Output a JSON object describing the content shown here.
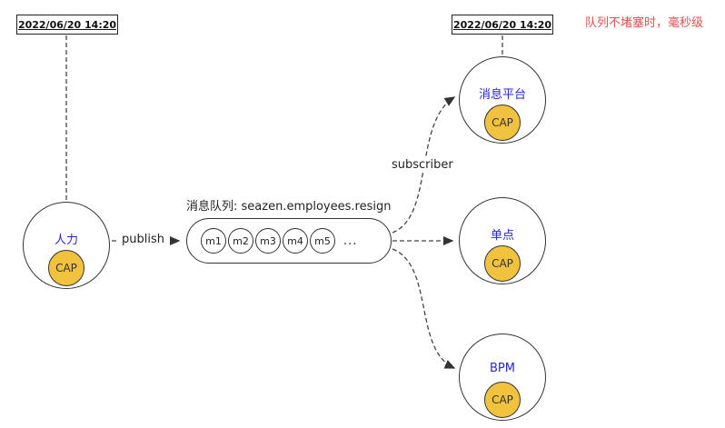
{
  "note": "队列不堵塞时，毫秒级",
  "timestamps": {
    "left": "2022/06/20 14:20",
    "right": "2022/06/20 14:20"
  },
  "publisher": {
    "label": "人力",
    "badge": "CAP"
  },
  "queue": {
    "title": "消息队列: seazen.employees.resign",
    "messages": [
      "m1",
      "m2",
      "m3",
      "m4",
      "m5"
    ],
    "ellipsis": "..."
  },
  "edges": {
    "publish": "publish",
    "subscribe": "subscriber"
  },
  "subscribers": [
    {
      "label": "消息平台",
      "badge": "CAP"
    },
    {
      "label": "单点",
      "badge": "CAP"
    },
    {
      "label": "BPM",
      "badge": "CAP"
    }
  ],
  "colors": {
    "node_label": "#2525d4",
    "badge_fill": "#f0c23e",
    "note_red": "#e05252",
    "stroke": "#333333"
  }
}
